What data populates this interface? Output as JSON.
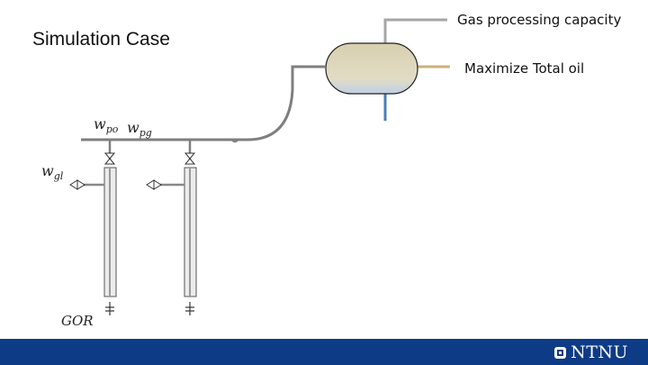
{
  "slide": {
    "title": "Simulation Case"
  },
  "separator_outputs": {
    "gas_label": "Gas processing capacity",
    "oil_label": "Maximize Total oil"
  },
  "flow_variables": {
    "oil_base": "w",
    "oil_sub": "po",
    "gas_base": "w",
    "gas_sub": "pg",
    "lift_base": "w",
    "lift_sub": "gl",
    "gor": "GOR"
  },
  "footer": {
    "logo_text": "NTNU",
    "bar_color": "#0e3b86"
  },
  "colors": {
    "gas_line": "#a6a6a6",
    "oil_line": "#c9b27c",
    "water_line": "#4a7ebb",
    "pipe": "#7f7f7f"
  }
}
